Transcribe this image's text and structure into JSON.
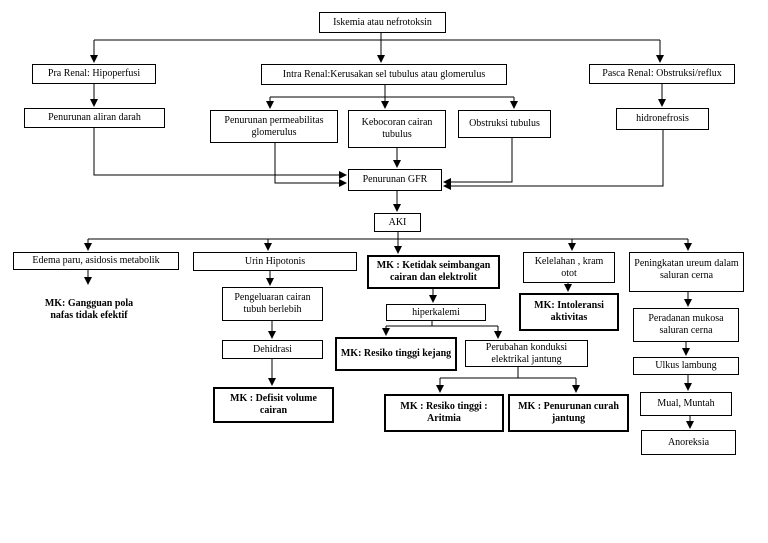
{
  "nodes": {
    "root": "Iskemia atau nefrotoksin",
    "pre_renal": "Pra Renal: Hipoperfusi",
    "intra_renal": "Intra Renal:Kerusakan sel tubulus atau glomerulus",
    "post_renal": "Pasca Renal: Obstruksi/reflux",
    "penurunan_aliran": "Penurunan aliran darah",
    "penurunan_permeabilitas": "Penurunan permeabilitas glomerulus",
    "kebocoran": "Kebocoran cairan tubulus",
    "obstruksi_tubulus": "Obstruksi tubulus",
    "hidronefrosis": "hidronefrosis",
    "penurunan_gfr": "Penurunan GFR",
    "aki": "AKI",
    "edema": "Edema paru, asidosis metabolik",
    "mk_pola_nafas": "MK: Gangguan pola nafas tidak efektif",
    "urin_hipotonis": "Urin Hipotonis",
    "pengeluaran_cairan": "Pengeluaran cairan tubuh berlebih",
    "dehidrasi": "Dehidrasi",
    "mk_defisit": "MK : Defisit volume cairan",
    "mk_ketidakseimbangan": "MK : Ketidak seimbangan cairan dan elektrolit",
    "hiperkalemi": "hiperkalemi",
    "mk_kejang": "MK: Resiko tinggi kejang",
    "perubahan_konduksi": "Perubahan konduksi elektrikal jantung",
    "mk_aritmia": "MK : Resiko tinggi : Aritmia",
    "mk_curah_jantung": "MK : Penurunan curah jantung",
    "kelelahan": "Kelelahan , kram otot",
    "mk_intoleransi": "MK: Intoleransi aktivitas",
    "peningkatan_ureum": "Peningkatan ureum dalam saluran cerna",
    "peradangan": "Peradanan mukosa saluran cerna",
    "ulkus": "Ulkus lambung",
    "mual": "Mual, Muntah",
    "anoreksia": "Anoreksia"
  }
}
